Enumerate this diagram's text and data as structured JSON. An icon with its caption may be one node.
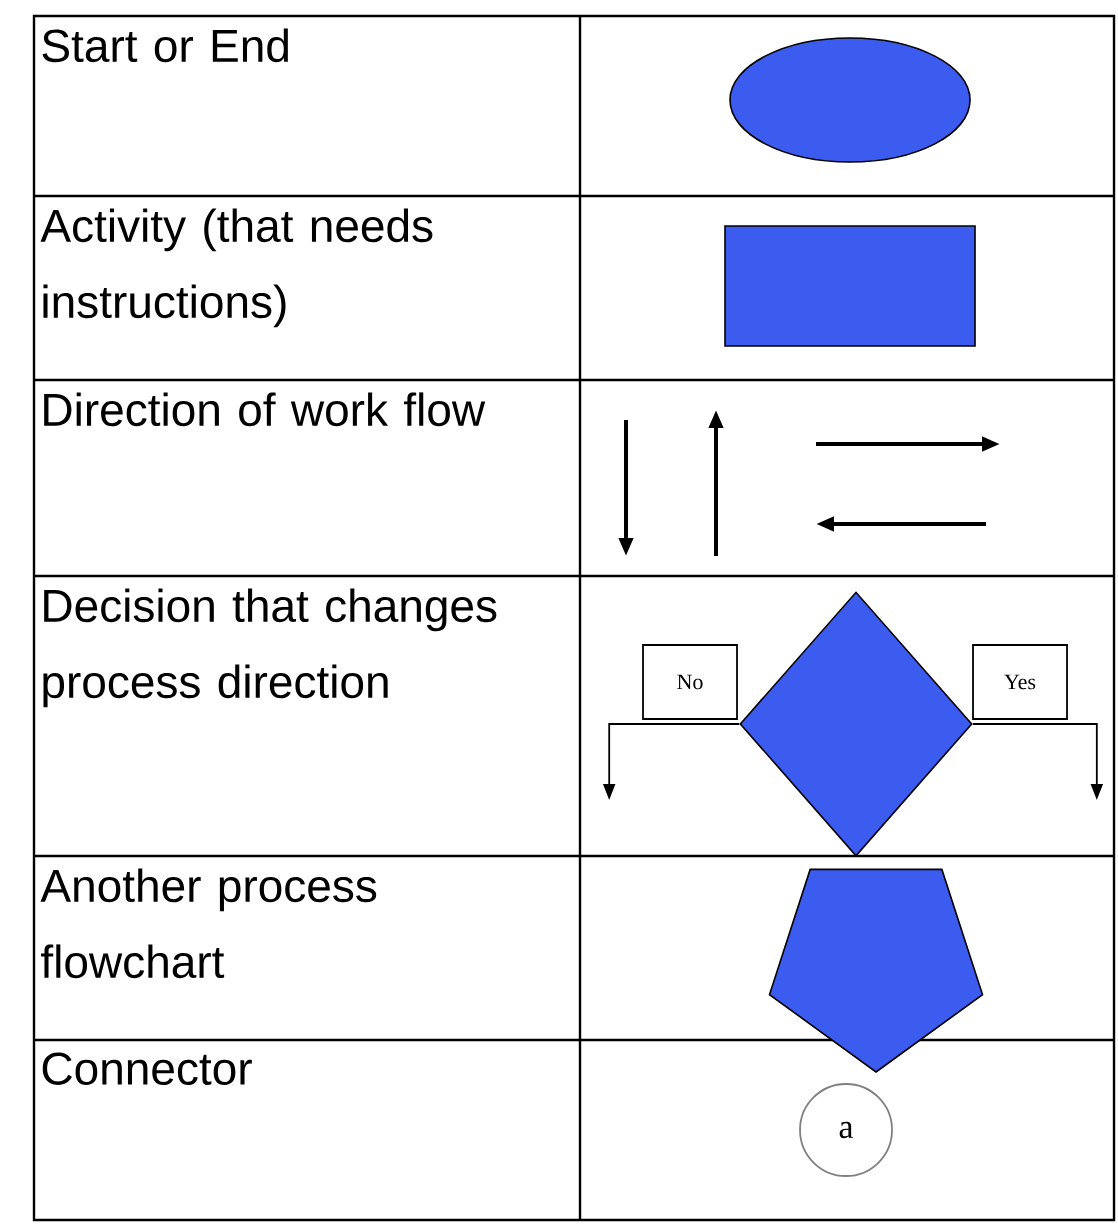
{
  "diagram": {
    "nodes": [
      {
        "text": [],
        "shape": "ellipse"
      },
      {
        "text": [],
        "shape": "box"
      },
      {
        "text": [],
        "shape": "diamond"
      },
      {
        "text": [],
        "shape": "pentagon"
      },
      {
        "text": [
          "a"
        ]
      }
    ],
    "edges": [
      {
        "from": 2,
        "to": null,
        "arrow": "to",
        "label": "No"
      },
      {
        "from": 2,
        "to": null,
        "arrow": "to",
        "label": "Yes"
      }
    ],
    "labels": [
      "Start or End",
      "Activity (that needs instructions)",
      "Direction of work flow",
      "Decision that changes process direction",
      "Another process flowchart",
      "Connector"
    ]
  }
}
